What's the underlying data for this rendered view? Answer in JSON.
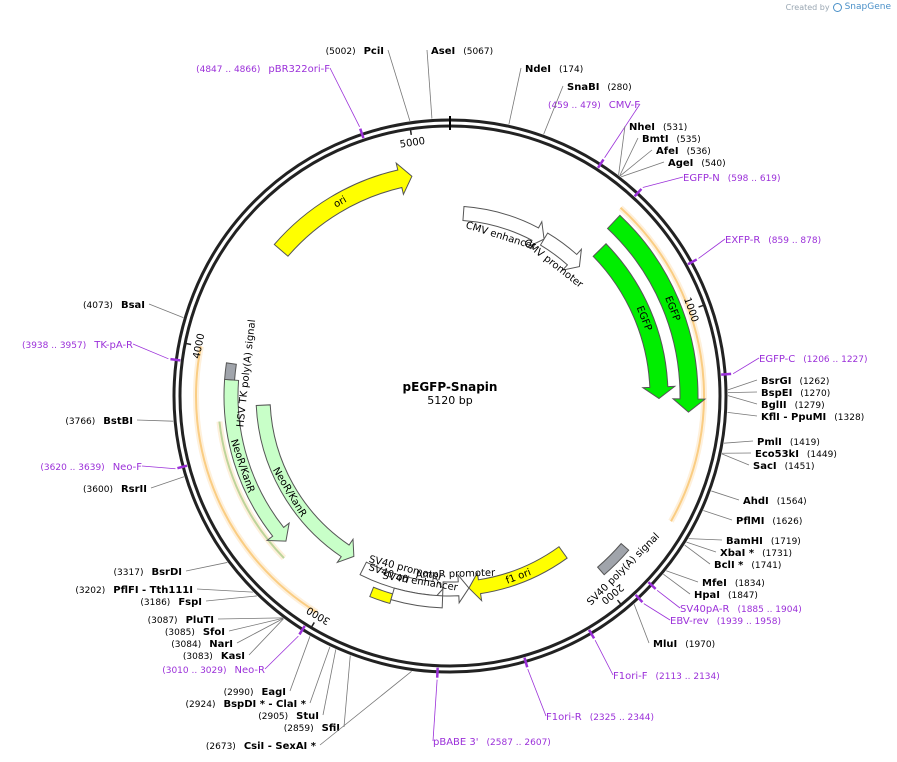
{
  "credit": {
    "prefix": "Created by",
    "brand": "SnapGene"
  },
  "plasmid": {
    "name": "pEGFP-Snapin",
    "size_label": "5120 bp",
    "length": 5120
  },
  "ticks": [
    {
      "pos": 1000,
      "label": "1000"
    },
    {
      "pos": 2000,
      "label": "2000"
    },
    {
      "pos": 3000,
      "label": "3000"
    },
    {
      "pos": 4000,
      "label": "4000"
    },
    {
      "pos": 5000,
      "label": "5000"
    }
  ],
  "enzymes_right": [
    {
      "name": "NdeI",
      "pos": "(174)",
      "t": 174
    },
    {
      "name": "SnaBI",
      "pos": "(280)",
      "t": 280
    },
    {
      "name": "NheI",
      "pos": "(531)",
      "t": 531
    },
    {
      "name": "BmtI",
      "pos": "(535)",
      "t": 535
    },
    {
      "name": "AfeI",
      "pos": "(536)",
      "t": 536
    },
    {
      "name": "AgeI",
      "pos": "(540)",
      "t": 540
    },
    {
      "name": "BsrGI",
      "pos": "(1262)",
      "t": 1262
    },
    {
      "name": "BspEI",
      "pos": "(1270)",
      "t": 1270
    },
    {
      "name": "BglII",
      "pos": "(1279)",
      "t": 1279
    },
    {
      "name": "KflI - PpuMI",
      "pos": "(1328)",
      "t": 1328
    },
    {
      "name": "PmlI",
      "pos": "(1419)",
      "t": 1419
    },
    {
      "name": "Eco53kI",
      "pos": "(1449)",
      "t": 1449
    },
    {
      "name": "SacI",
      "pos": "(1451)",
      "t": 1451
    },
    {
      "name": "AhdI",
      "pos": "(1564)",
      "t": 1564
    },
    {
      "name": "PflMI",
      "pos": "(1626)",
      "t": 1626
    },
    {
      "name": "BamHI",
      "pos": "(1719)",
      "t": 1719
    },
    {
      "name": "XbaI *",
      "pos": "(1731)",
      "t": 1731
    },
    {
      "name": "BclI *",
      "pos": "(1741)",
      "t": 1741
    },
    {
      "name": "MfeI",
      "pos": "(1834)",
      "t": 1834
    },
    {
      "name": "HpaI",
      "pos": "(1847)",
      "t": 1847
    },
    {
      "name": "MluI",
      "pos": "(1970)",
      "t": 1970
    }
  ],
  "enzymes_left": [
    {
      "name": "PciI",
      "pos": "(5002)",
      "t": 5002
    },
    {
      "name": "AseI",
      "pos": "(5067)",
      "t": 5067
    },
    {
      "name": "BsaI",
      "pos": "(4073)",
      "t": 4073
    },
    {
      "name": "BstBI",
      "pos": "(3766)",
      "t": 3766
    },
    {
      "name": "RsrII",
      "pos": "(3600)",
      "t": 3600
    },
    {
      "name": "BsrDI",
      "pos": "(3317)",
      "t": 3317
    },
    {
      "name": "PflFI - Tth111I",
      "pos": "(3202)",
      "t": 3202
    },
    {
      "name": "FspI",
      "pos": "(3186)",
      "t": 3186
    },
    {
      "name": "PluTI",
      "pos": "(3087)",
      "t": 3087
    },
    {
      "name": "SfoI",
      "pos": "(3085)",
      "t": 3085
    },
    {
      "name": "NarI",
      "pos": "(3084)",
      "t": 3084
    },
    {
      "name": "KasI",
      "pos": "(3083)",
      "t": 3083
    },
    {
      "name": "EagI",
      "pos": "(2990)",
      "t": 2990
    },
    {
      "name": "BspDI * - ClaI *",
      "pos": "(2924)",
      "t": 2924
    },
    {
      "name": "StuI",
      "pos": "(2905)",
      "t": 2905
    },
    {
      "name": "SfiI",
      "pos": "(2859)",
      "t": 2859
    },
    {
      "name": "CsiI - SexAI *",
      "pos": "(2673)",
      "t": 2673
    }
  ],
  "primers": [
    {
      "name": "pBR322ori-F",
      "range": "(4847 .. 4866)",
      "t": 4856
    },
    {
      "name": "CMV-F",
      "range": "(459 .. 479)",
      "t": 469
    },
    {
      "name": "EGFP-N",
      "range": "(598 .. 619)",
      "t": 608
    },
    {
      "name": "EXFP-R",
      "range": "(859 .. 878)",
      "t": 868
    },
    {
      "name": "EGFP-C",
      "range": "(1206 .. 1227)",
      "t": 1216
    },
    {
      "name": "SV40pA-R",
      "range": "(1885 .. 1904)",
      "t": 1894
    },
    {
      "name": "EBV-rev",
      "range": "(1939 .. 1958)",
      "t": 1948
    },
    {
      "name": "F1ori-F",
      "range": "(2113 .. 2134)",
      "t": 2123
    },
    {
      "name": "F1ori-R",
      "range": "(2325 .. 2344)",
      "t": 2334
    },
    {
      "name": "pBABE 3'",
      "range": "(2587 .. 2607)",
      "t": 2597
    },
    {
      "name": "Neo-R",
      "range": "(3010 .. 3029)",
      "t": 3019
    },
    {
      "name": "Neo-F",
      "range": "(3620 .. 3639)",
      "t": 3629
    },
    {
      "name": "TK-pA-R",
      "range": "(3938 .. 3957)",
      "t": 3947
    }
  ],
  "features": [
    {
      "name": "ori",
      "start": 4420,
      "end": 4980,
      "strand": 1,
      "color": "#ffff00"
    },
    {
      "name": "CMV enhancer",
      "start": 60,
      "end": 440,
      "strand": 1,
      "color": "#ffffff"
    },
    {
      "name": "CMV promoter",
      "start": 440,
      "end": 640,
      "strand": 1,
      "color": "#ffffff"
    },
    {
      "name": "EGFP",
      "start": 615,
      "end": 1335,
      "strand": 1,
      "color": "#00ee00"
    },
    {
      "name": "EGFP",
      "start": 650,
      "end": 1290,
      "strand": 1,
      "color": "#00ee00"
    },
    {
      "name": "SV40 poly(A) signal",
      "start": 1860,
      "end": 1980,
      "strand": 0,
      "color": "#a0a4ab"
    },
    {
      "name": "f1 ori",
      "start": 2050,
      "end": 2480,
      "strand": 1,
      "color": "#ffff00"
    },
    {
      "name": "AmpR promoter",
      "start": 2480,
      "end": 2590,
      "strand": -1,
      "color": "#ffffff"
    },
    {
      "name": "SV40 promoter",
      "start": 2590,
      "end": 2940,
      "strand": -1,
      "color": "#ffffff"
    },
    {
      "name": "SV40 ori",
      "start": 2790,
      "end": 2870,
      "strand": 0,
      "color": "#ffff00"
    },
    {
      "name": "SV40 enhancer",
      "start": 2590,
      "end": 2790,
      "strand": 0,
      "color": "#ffffff"
    },
    {
      "name": "NeoR/KanR",
      "start": 3000,
      "end": 3800,
      "strand": -1,
      "color": "#c8ffc8"
    },
    {
      "name": "NeoR/KanR",
      "start": 3250,
      "end": 3900,
      "strand": -1,
      "color": "#c8ffc8"
    },
    {
      "name": "HSV TK poly(A) signal",
      "start": 3900,
      "end": 3960,
      "strand": 0,
      "color": "#a0a4ab"
    }
  ],
  "orfs": [
    {
      "start": 600,
      "end": 1700,
      "color": "#f5a623"
    },
    {
      "start": 3010,
      "end": 4000,
      "color": "#f5a623"
    },
    {
      "start": 3210,
      "end": 3750,
      "color": "#5cb85c"
    }
  ]
}
